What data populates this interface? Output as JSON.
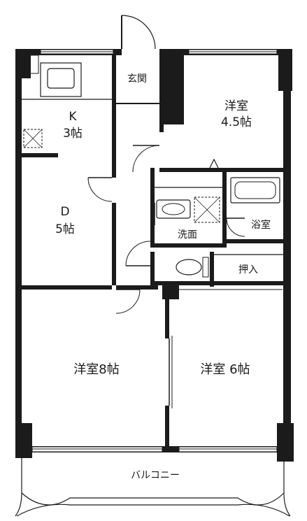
{
  "rooms": {
    "genkan": "玄関",
    "western_small_name": "洋室",
    "western_small_size": "4.5帖",
    "kitchen_name": "K",
    "kitchen_size": "3帖",
    "dining_name": "D",
    "dining_size": "5帖",
    "washroom": "洗面",
    "bathroom": "浴室",
    "closet": "押入",
    "western_8": "洋室8帖",
    "western_6": "洋室 6帖",
    "balcony": "バルコニー"
  }
}
